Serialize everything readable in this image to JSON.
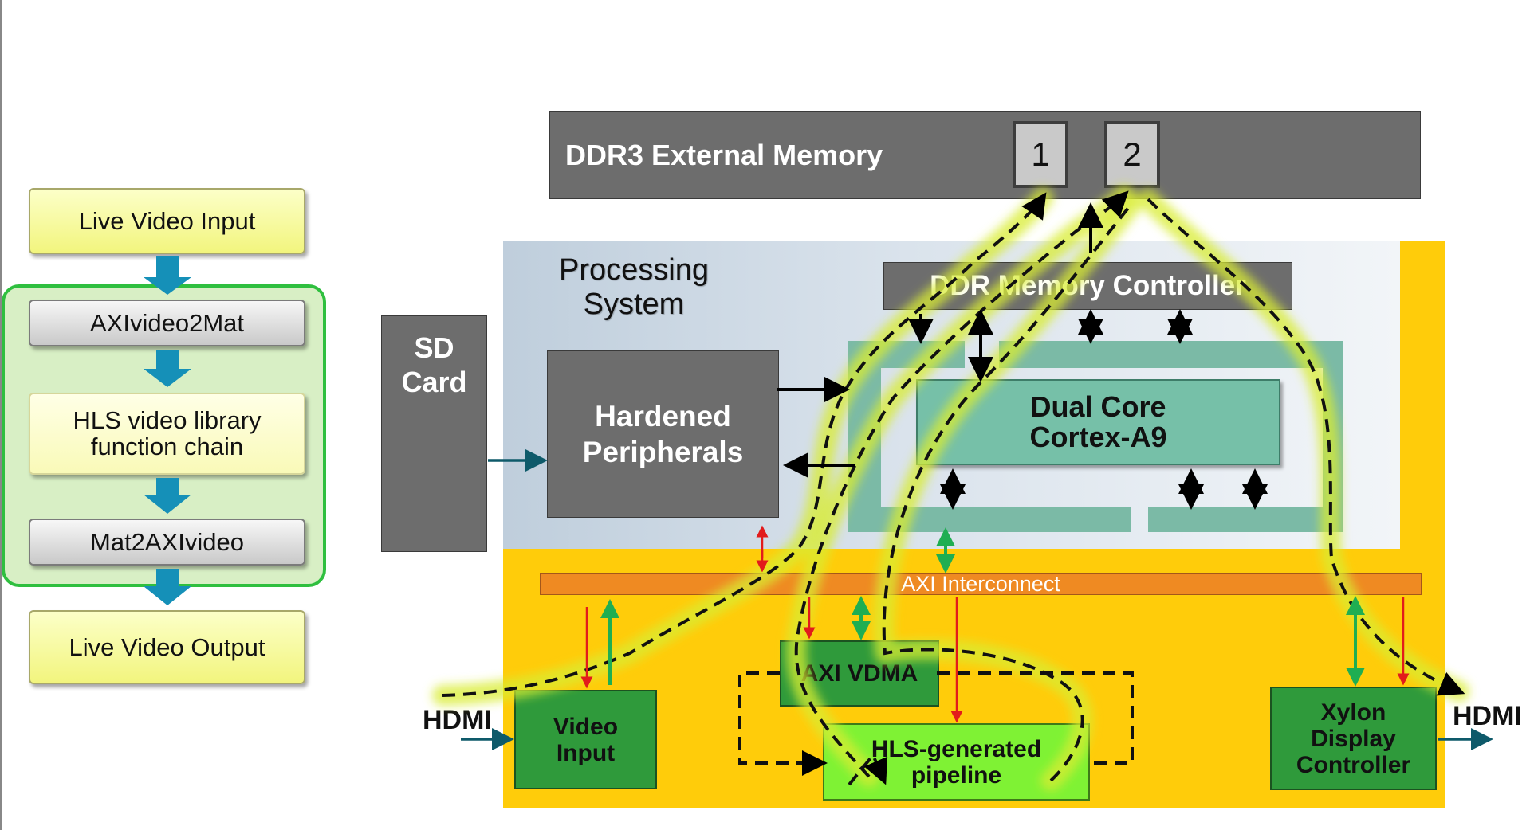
{
  "flow": {
    "live_input": "Live Video Input",
    "axi2mat": "AXIvideo2Mat",
    "hls_chain": "HLS video library function chain",
    "mat2axi": "Mat2AXIvideo",
    "live_output": "Live Video Output"
  },
  "diagram": {
    "ddr3": "DDR3 External Memory",
    "slot1": "1",
    "slot2": "2",
    "processing_system": "Processing System",
    "ddr_controller": "DDR Memory Controller",
    "sd_card": "SD Card",
    "hardened": "Hardened Peripherals",
    "cortex": "Dual Core Cortex-A9",
    "axi_interconnect": "AXI Interconnect",
    "axi_vdma": "AXI VDMA",
    "hls_pipeline": "HLS-generated pipeline",
    "video_input": "Video Input",
    "xylon": "Xylon Display Controller",
    "hdmi_in": "HDMI",
    "hdmi_out": "HDMI"
  },
  "colors": {
    "flow_arrow": "#1590b8",
    "group_border": "#2fbf3f",
    "fpga": "#ffcc0a",
    "axi": "#ef8a22",
    "highlight": "#d8ec32"
  }
}
